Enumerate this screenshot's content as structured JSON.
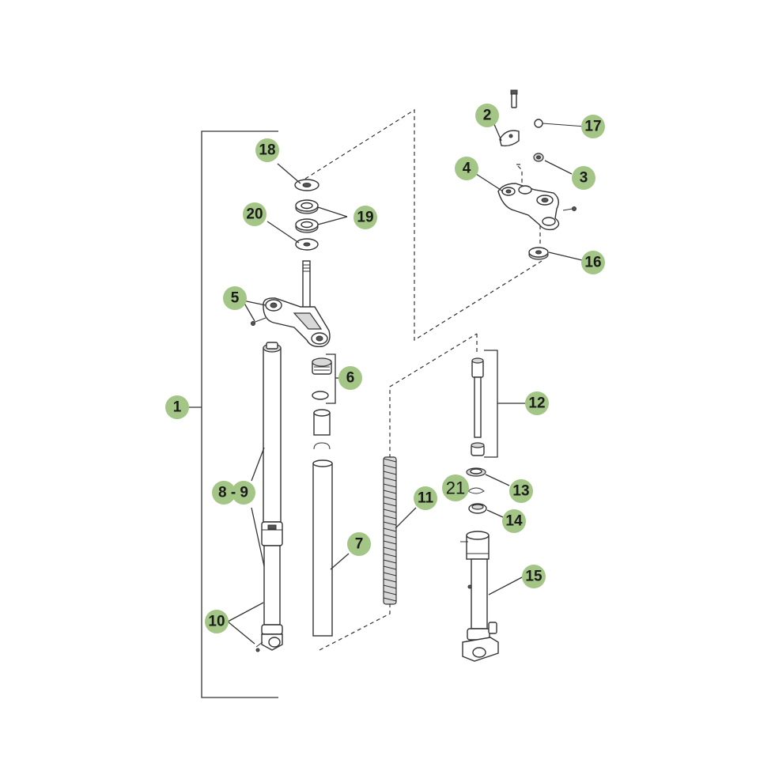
{
  "colors": {
    "callout_fill": "#a3c585",
    "line": "#333333",
    "background": "#ffffff"
  },
  "callouts": [
    {
      "id": "1",
      "label": "1"
    },
    {
      "id": "2",
      "label": "2"
    },
    {
      "id": "3",
      "label": "3"
    },
    {
      "id": "4",
      "label": "4"
    },
    {
      "id": "5",
      "label": "5"
    },
    {
      "id": "6",
      "label": "6"
    },
    {
      "id": "7",
      "label": "7"
    },
    {
      "id": "8-9",
      "label": "8 - 9"
    },
    {
      "id": "10",
      "label": "10"
    },
    {
      "id": "11",
      "label": "11"
    },
    {
      "id": "12",
      "label": "12"
    },
    {
      "id": "13",
      "label": "13"
    },
    {
      "id": "14",
      "label": "14"
    },
    {
      "id": "15",
      "label": "15"
    },
    {
      "id": "16",
      "label": "16"
    },
    {
      "id": "17",
      "label": "17"
    },
    {
      "id": "18",
      "label": "18"
    },
    {
      "id": "19",
      "label": "19"
    },
    {
      "id": "20",
      "label": "20"
    },
    {
      "id": "21",
      "label": "21"
    }
  ]
}
